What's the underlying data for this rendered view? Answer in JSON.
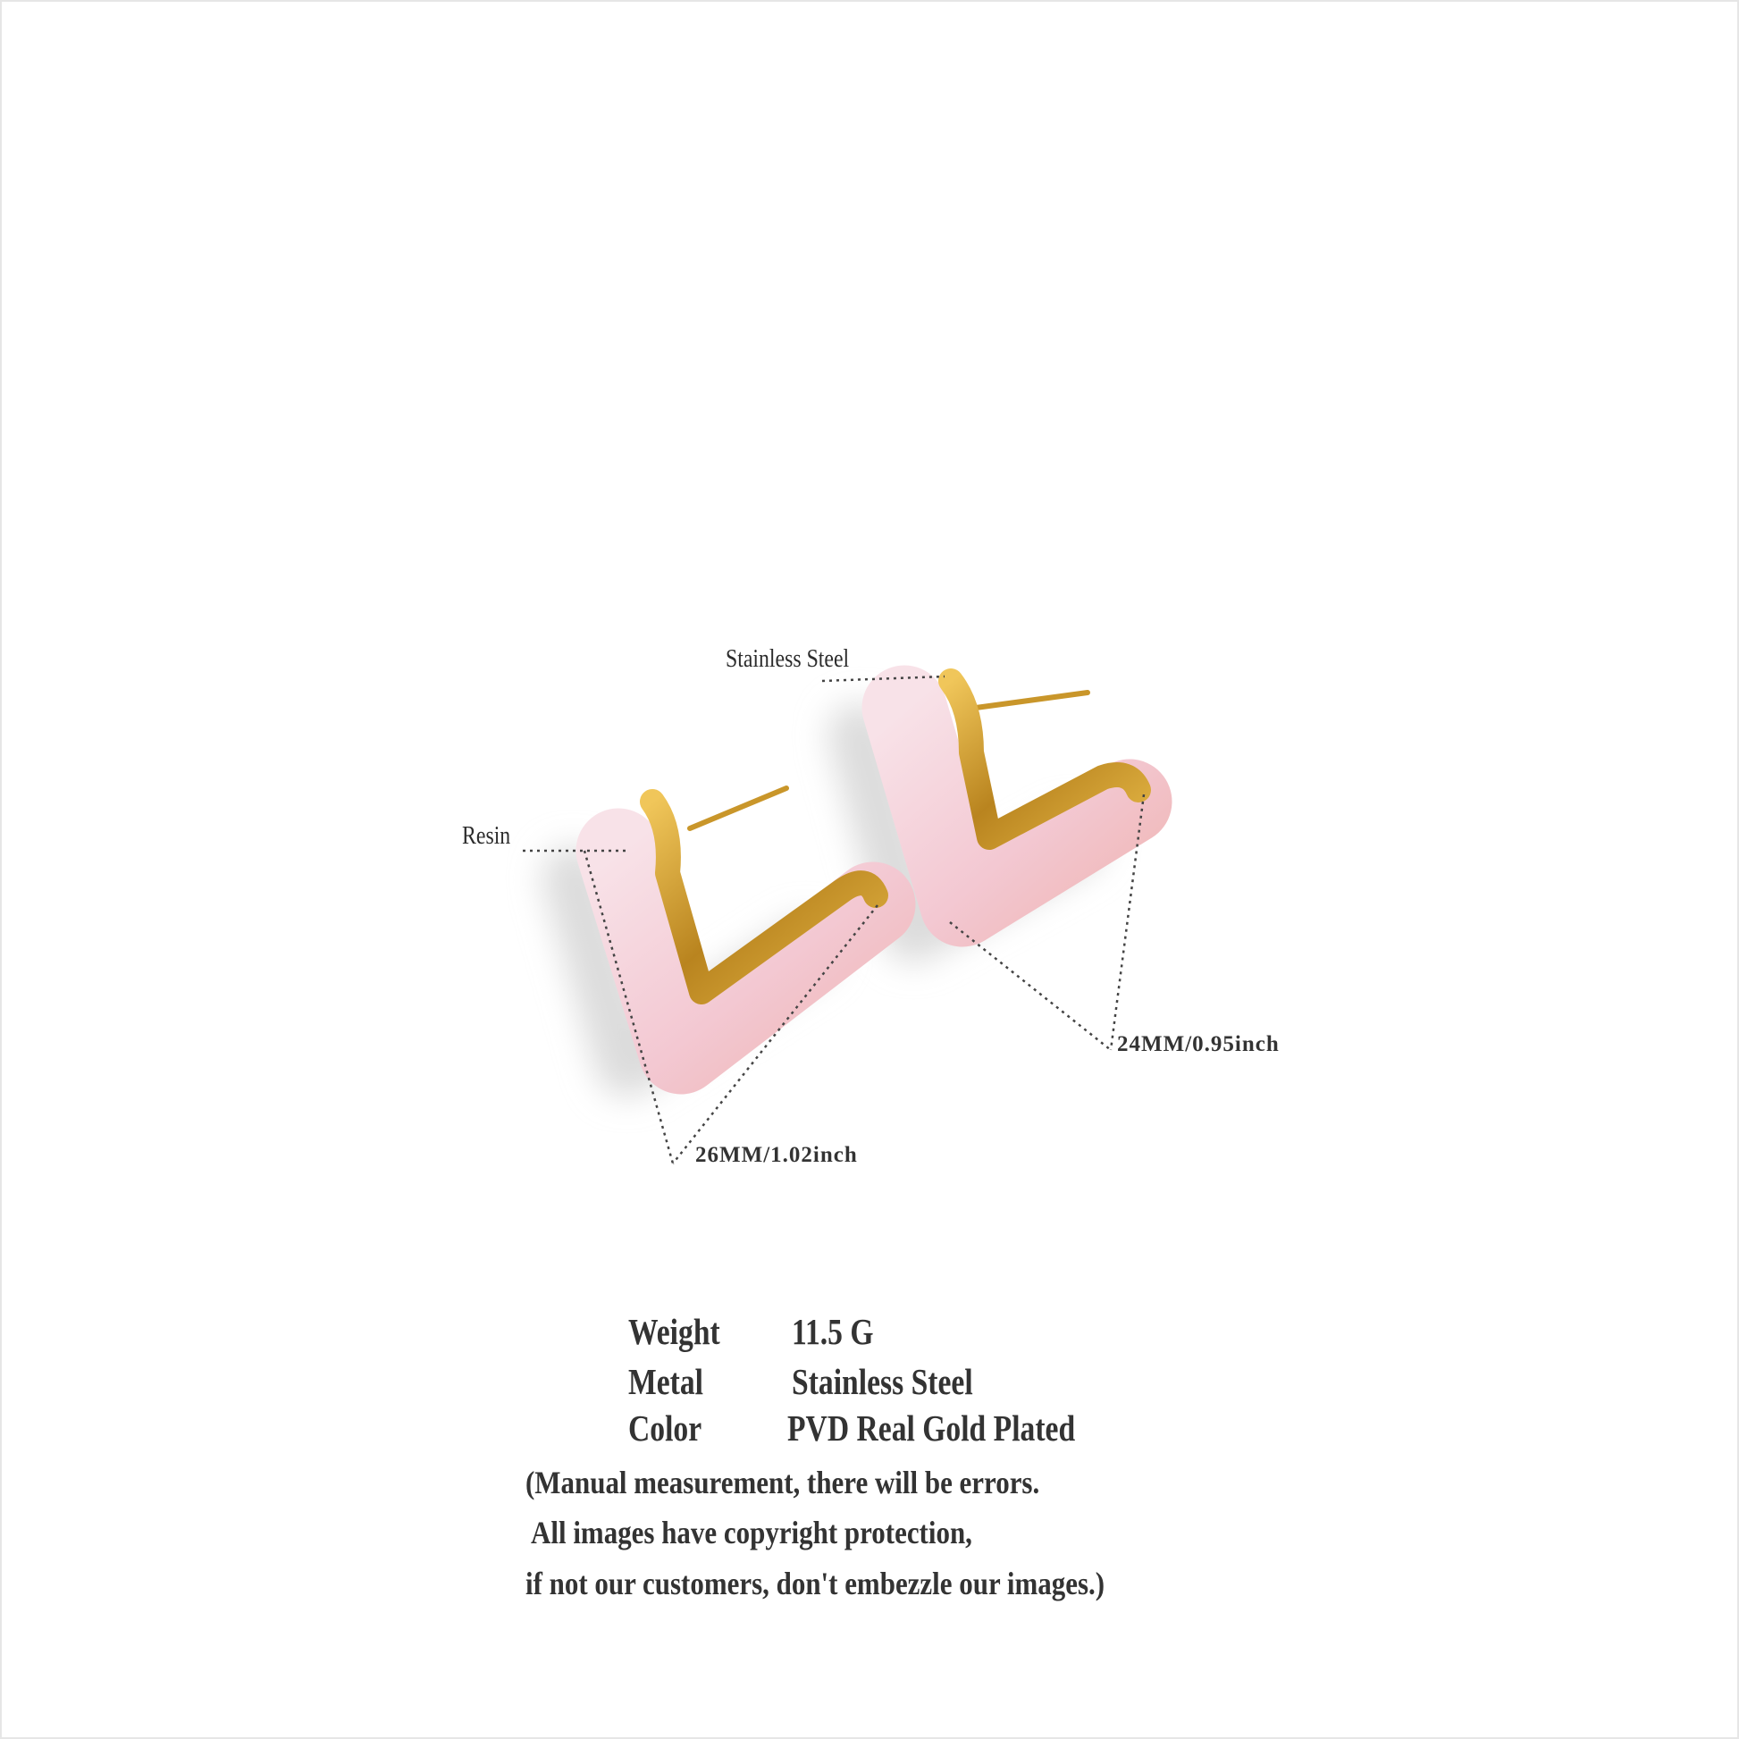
{
  "callouts": {
    "metal": "Stainless Steel",
    "material": "Resin",
    "width_dimension": "24MM/0.95inch",
    "height_dimension": "26MM/1.02inch"
  },
  "specs": [
    {
      "label": "Weight",
      "value": "11.5 G"
    },
    {
      "label": "Metal",
      "value": "Stainless Steel"
    },
    {
      "label": "Color",
      "value": "PVD Real Gold Plated"
    }
  ],
  "notes": [
    "(Manual measurement, there will be errors.",
    " All images have copyright protection,",
    "if not our customers, don't embezzle our images.)"
  ],
  "colors": {
    "resin": "#f4cfd8",
    "gold": "#c9962a",
    "text": "#333333"
  }
}
